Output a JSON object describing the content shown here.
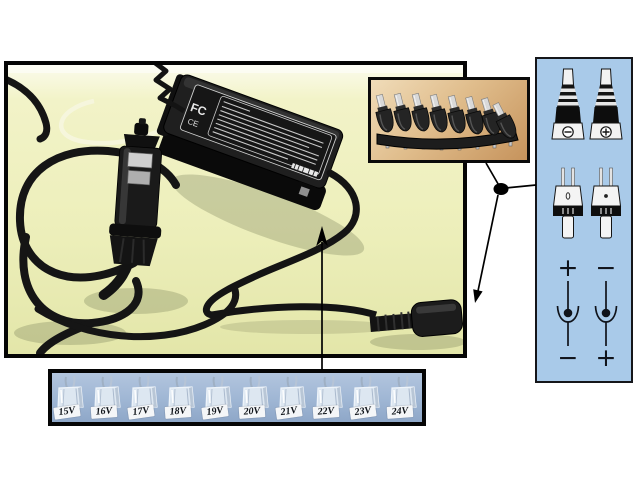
{
  "photo": {
    "description_colors": {
      "background": "#edefbb",
      "border": "#050505"
    },
    "brick_label": {
      "fcc": "FC",
      "ce": "CE"
    }
  },
  "inset": {
    "tip_count": 8,
    "background": "#ddb684",
    "border": "#0a0a0a"
  },
  "panel": {
    "background": "#a9cae9",
    "border": "#15161a",
    "polarity": {
      "top_left": "+",
      "top_right": "−",
      "bottom_left": "−",
      "bottom_right": "+"
    }
  },
  "strip": {
    "background": "#9fb6d4",
    "tips": [
      "15V",
      "16V",
      "17V",
      "18V",
      "19V",
      "20V",
      "21V",
      "22V",
      "23V",
      "24V"
    ]
  }
}
